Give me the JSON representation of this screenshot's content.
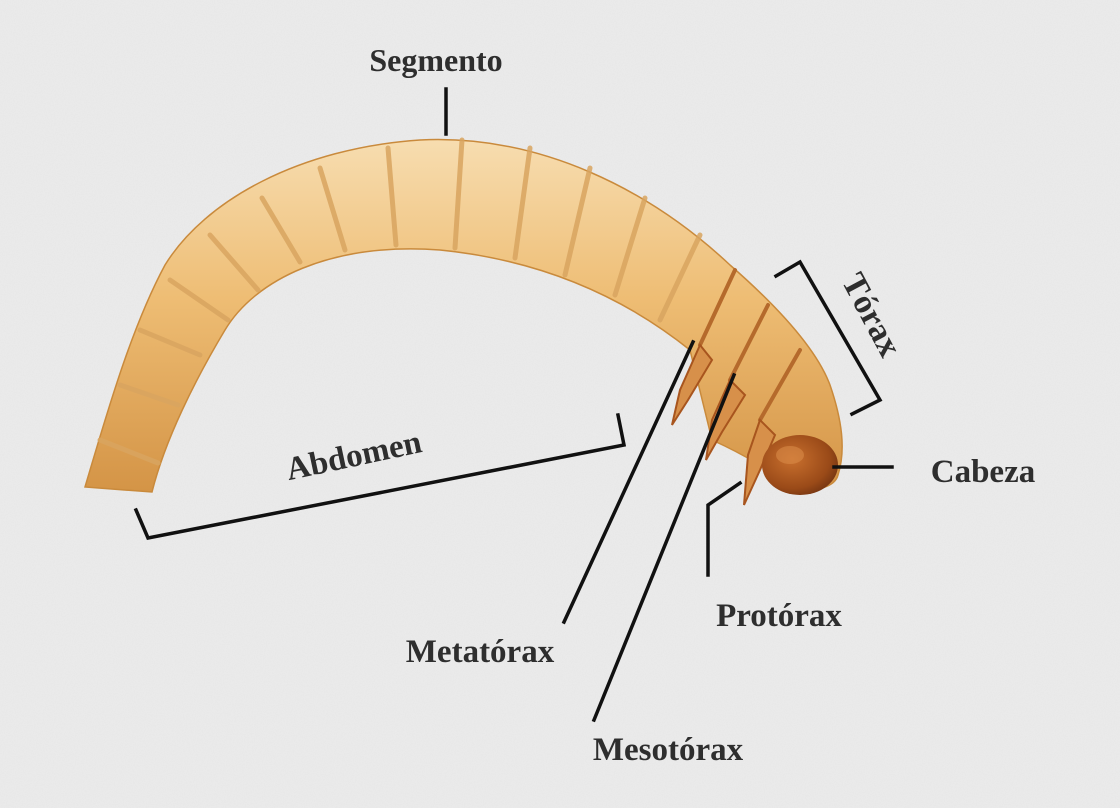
{
  "labels": {
    "segmento": "Segmento",
    "torax": "Tórax",
    "abdomen": "Abdomen",
    "cabeza": "Cabeza",
    "protorax": "Protórax",
    "metatorax": "Metatórax",
    "mesotorax": "Mesotórax"
  },
  "colors": {
    "background": "#ececec",
    "body_light": "#f5d9a3",
    "body_mid": "#e9b76e",
    "body_dark": "#c98a3c",
    "head": "#a8551e",
    "line": "#111111",
    "text": "#2e2e2e"
  }
}
